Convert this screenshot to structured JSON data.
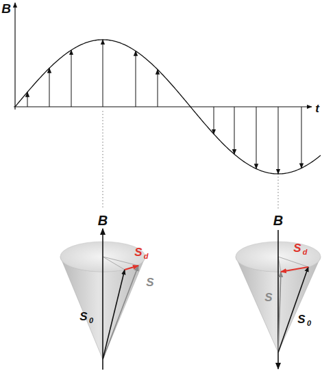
{
  "diagram": {
    "labels": [
      "B",
      "t",
      "B",
      "B",
      "S",
      "d",
      "S",
      "S",
      "0",
      "S",
      "d",
      "S",
      "S",
      "0"
    ]
  }
}
